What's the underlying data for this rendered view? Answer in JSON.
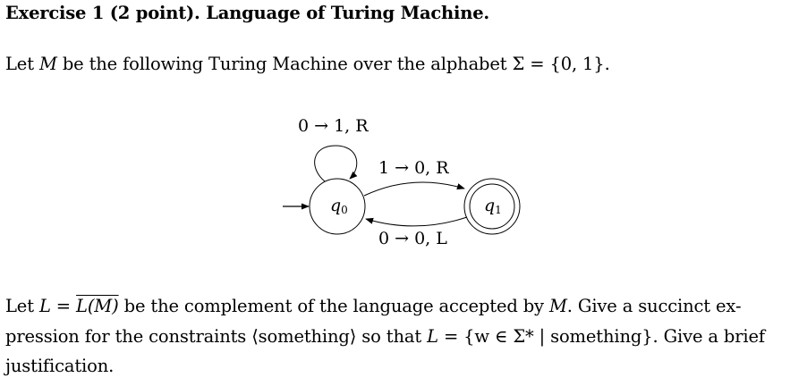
{
  "exercise": {
    "title": "Exercise 1 (2 point). Language of Turing Machine.",
    "intro": {
      "prefix": "Let ",
      "machine": "M",
      "middle": " be the following Turing Machine over the alphabet ",
      "alphabet_expr": "Σ = {0, 1}",
      "suffix": "."
    },
    "diagram": {
      "states": [
        {
          "id": "q0",
          "label": "q",
          "sub": "0",
          "initial": true,
          "accepting": false
        },
        {
          "id": "q1",
          "label": "q",
          "sub": "1",
          "initial": false,
          "accepting": true
        }
      ],
      "transitions": [
        {
          "from": "q0",
          "to": "q0",
          "label": "0 → 1, R"
        },
        {
          "from": "q0",
          "to": "q1",
          "label": "1 → 0, R"
        },
        {
          "from": "q1",
          "to": "q0",
          "label": "0 → 0, L"
        }
      ]
    },
    "question": {
      "line1_prefix": "Let ",
      "L": "L",
      "eq": " = ",
      "complement": "L(M)",
      "line1_suffix": " be the complement of the language accepted by ",
      "M": "M",
      "line1_end": ".  Give a succinct ex-",
      "line2_prefix": "pression for the constraints ⟨something⟩ so that ",
      "line2_L": "L",
      "line2_set": " = {w ∈ Σ* | something}. Give a brief",
      "line3": "justification."
    }
  }
}
